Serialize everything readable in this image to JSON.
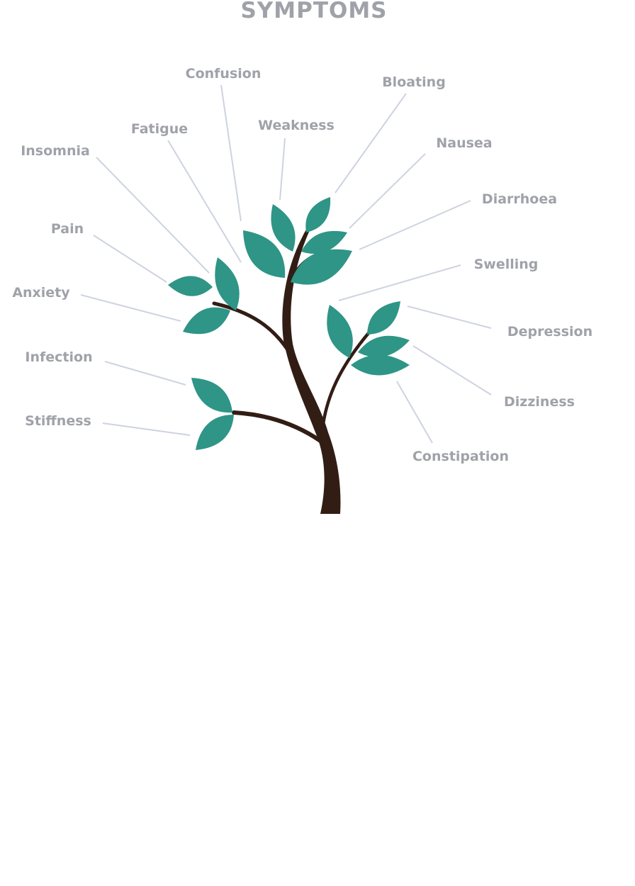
{
  "title": "SYMPTOMS",
  "colors": {
    "leaf": "#2f9586",
    "trunk": "#321d15",
    "label": "#9fa2a8",
    "leader": "#cdd3e0"
  },
  "symptoms": [
    "Confusion",
    "Fatigue",
    "Insomnia",
    "Weakness",
    "Bloating",
    "Nausea",
    "Diarrhoea",
    "Pain",
    "Anxiety",
    "Swelling",
    "Depression",
    "Infection",
    "Dizziness",
    "Stiffness",
    "Constipation"
  ]
}
